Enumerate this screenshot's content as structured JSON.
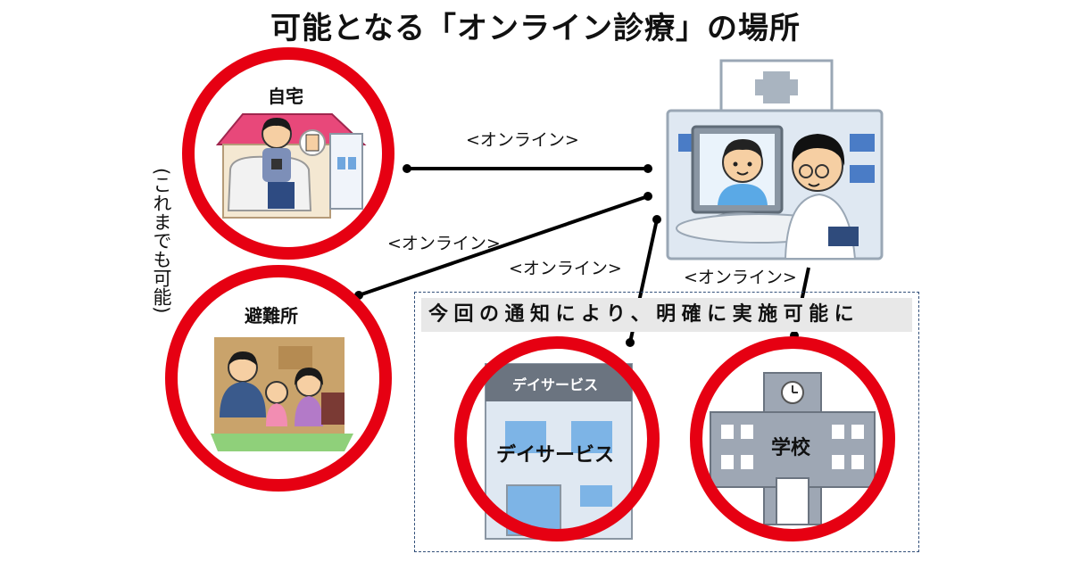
{
  "title": "可能となる「オンライン診療」の場所",
  "places": {
    "home": "自宅",
    "shelter": "避難所",
    "day_service": "デイサービス",
    "day_service_sign": "デイサービス",
    "school": "学校"
  },
  "connections": {
    "online_1": "<オンライン>",
    "online_2": "<オンライン>",
    "online_3": "<オンライン>",
    "online_4": "<オンライン>"
  },
  "side_note": "(これまでも可能)",
  "notice": "今回の通知により、明確に実施可能に",
  "colors": {
    "ring": "#e60012",
    "frame": "#33507a"
  }
}
